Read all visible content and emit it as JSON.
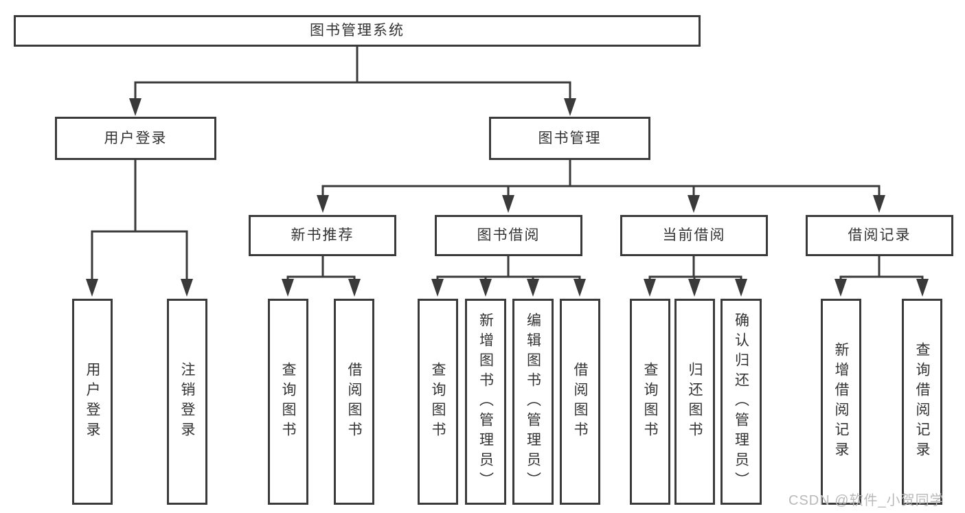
{
  "colors": {
    "line": "#3a3a3a",
    "box_border": "#3a3a3a",
    "text": "#333333",
    "background": "#ffffff",
    "watermark": "#b9b9b9"
  },
  "tree": {
    "label": "图书管理系统",
    "children": [
      {
        "label": "用户登录",
        "children": [
          {
            "label": "用户登录"
          },
          {
            "label": "注销登录"
          }
        ]
      },
      {
        "label": "图书管理",
        "children": [
          {
            "label": "新书推荐",
            "children": [
              {
                "label": "查询图书"
              },
              {
                "label": "借阅图书"
              }
            ]
          },
          {
            "label": "图书借阅",
            "children": [
              {
                "label": "查询图书"
              },
              {
                "label": "新增图书（管理员）"
              },
              {
                "label": "编辑图书（管理员）"
              },
              {
                "label": "借阅图书"
              }
            ]
          },
          {
            "label": "当前借阅",
            "children": [
              {
                "label": "查询图书"
              },
              {
                "label": "归还图书"
              },
              {
                "label": "确认归还（管理员）"
              }
            ]
          },
          {
            "label": "借阅记录",
            "children": [
              {
                "label": "新增借阅记录"
              },
              {
                "label": "查询借阅记录"
              }
            ]
          }
        ]
      }
    ]
  },
  "watermark": {
    "text": "CSDN @软件_小贺同学"
  }
}
